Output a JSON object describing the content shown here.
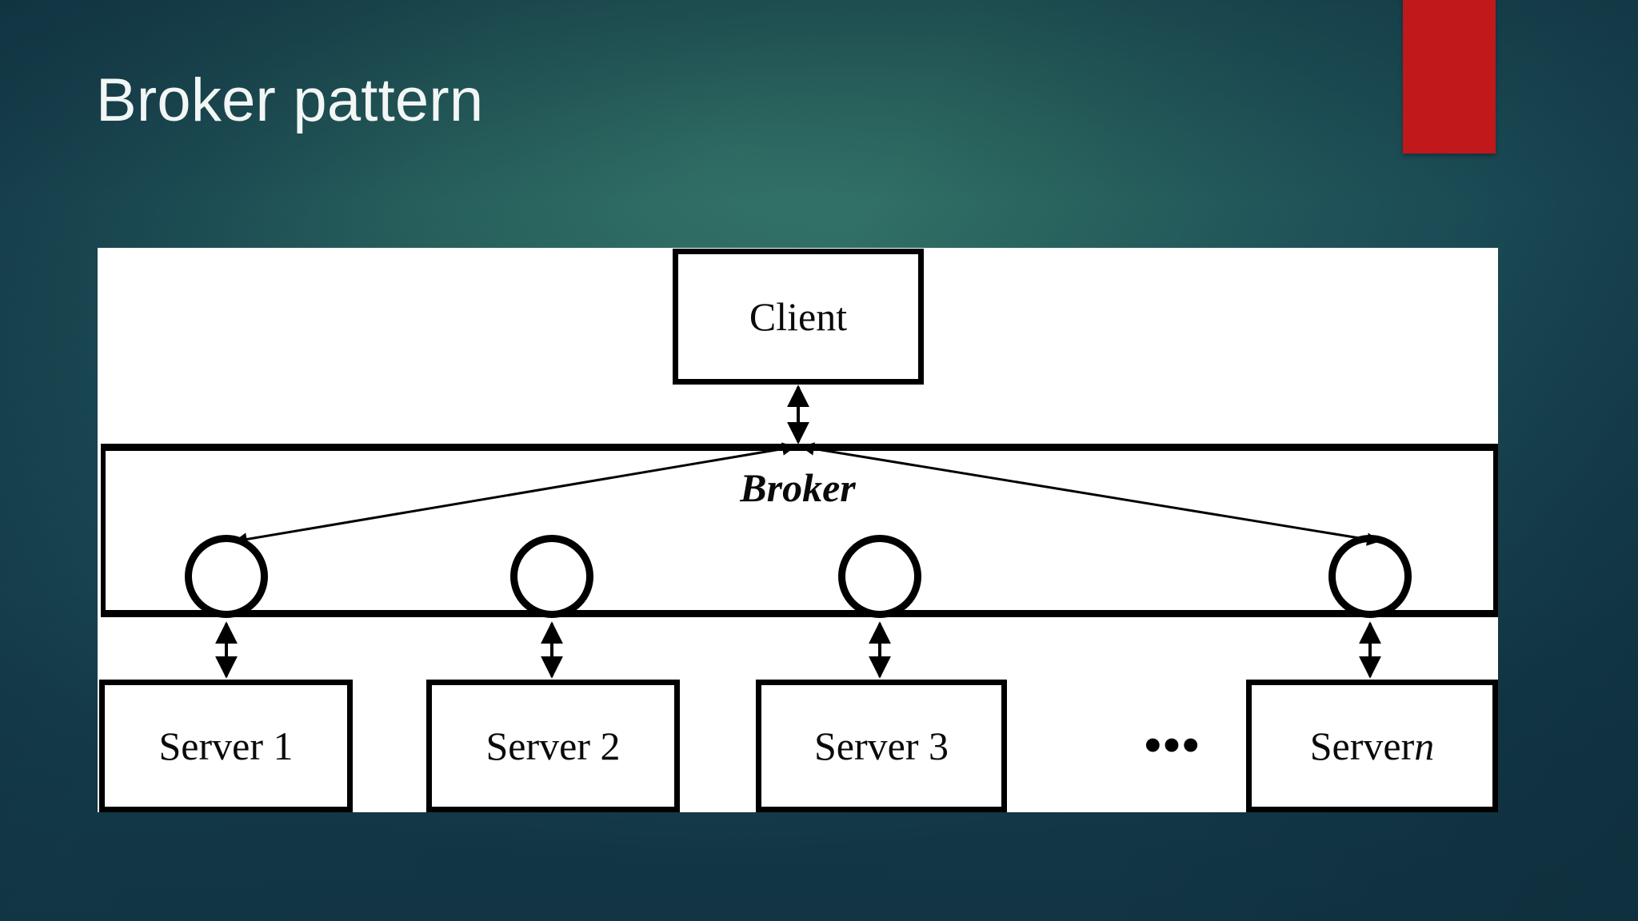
{
  "slide": {
    "title": "Broker pattern",
    "background_colors": {
      "glow": "#35786b",
      "mid": "#235a5d",
      "edge": "#143a49"
    },
    "accent_bar_color": "#C1181B"
  },
  "diagram": {
    "type": "architecture-diagram",
    "name": "Broker pattern",
    "client": {
      "label": "Client"
    },
    "broker": {
      "label": "Broker"
    },
    "brokers_ports": [
      {
        "name": "port-1"
      },
      {
        "name": "port-2"
      },
      {
        "name": "port-3"
      },
      {
        "name": "port-n"
      }
    ],
    "servers": [
      {
        "label": "Server 1"
      },
      {
        "label": "Server 2"
      },
      {
        "label": "Server 3"
      },
      {
        "label_prefix": "Server ",
        "label_italic": "n"
      }
    ],
    "ellipsis": "•••",
    "connections": [
      {
        "from": "Client",
        "to": "Broker",
        "style": "double-arrow-vertical"
      },
      {
        "from": "Broker",
        "to": "port-1",
        "style": "double-arrow-diagonal"
      },
      {
        "from": "Broker",
        "to": "port-n",
        "style": "double-arrow-diagonal"
      },
      {
        "from": "port-1",
        "to": "Server 1",
        "style": "double-arrow-vertical"
      },
      {
        "from": "port-2",
        "to": "Server 2",
        "style": "double-arrow-vertical"
      },
      {
        "from": "port-3",
        "to": "Server 3",
        "style": "double-arrow-vertical"
      },
      {
        "from": "port-n",
        "to": "Server n",
        "style": "double-arrow-vertical"
      }
    ],
    "stroke_color": "#000000",
    "panel_color": "#ffffff"
  }
}
